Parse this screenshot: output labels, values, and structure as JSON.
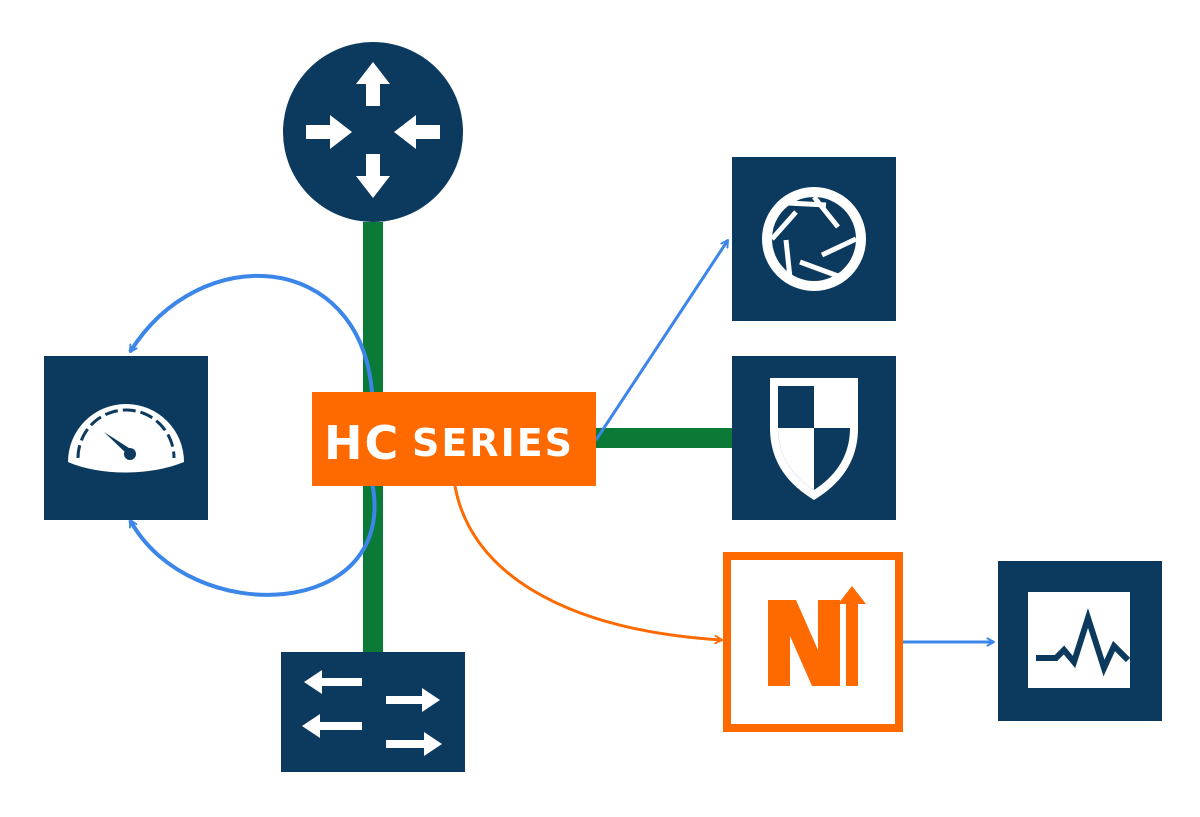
{
  "diagram": {
    "hub": {
      "logo_mark": "HC",
      "label": "SERIES"
    },
    "nodes": [
      {
        "id": "router",
        "icon": "router-icon"
      },
      {
        "id": "performance",
        "icon": "speedometer-icon"
      },
      {
        "id": "switch",
        "icon": "switch-arrows-icon"
      },
      {
        "id": "aperture",
        "icon": "aperture-icon"
      },
      {
        "id": "security",
        "icon": "shield-icon"
      },
      {
        "id": "n-tool",
        "icon": "n-arrow-logo-icon"
      },
      {
        "id": "monitor",
        "icon": "line-graph-icon"
      }
    ],
    "colors": {
      "navy": "#0c3a5e",
      "orange": "#ff6a00",
      "green": "#0a7a36",
      "blue": "#3b86e8",
      "white": "#ffffff"
    }
  }
}
